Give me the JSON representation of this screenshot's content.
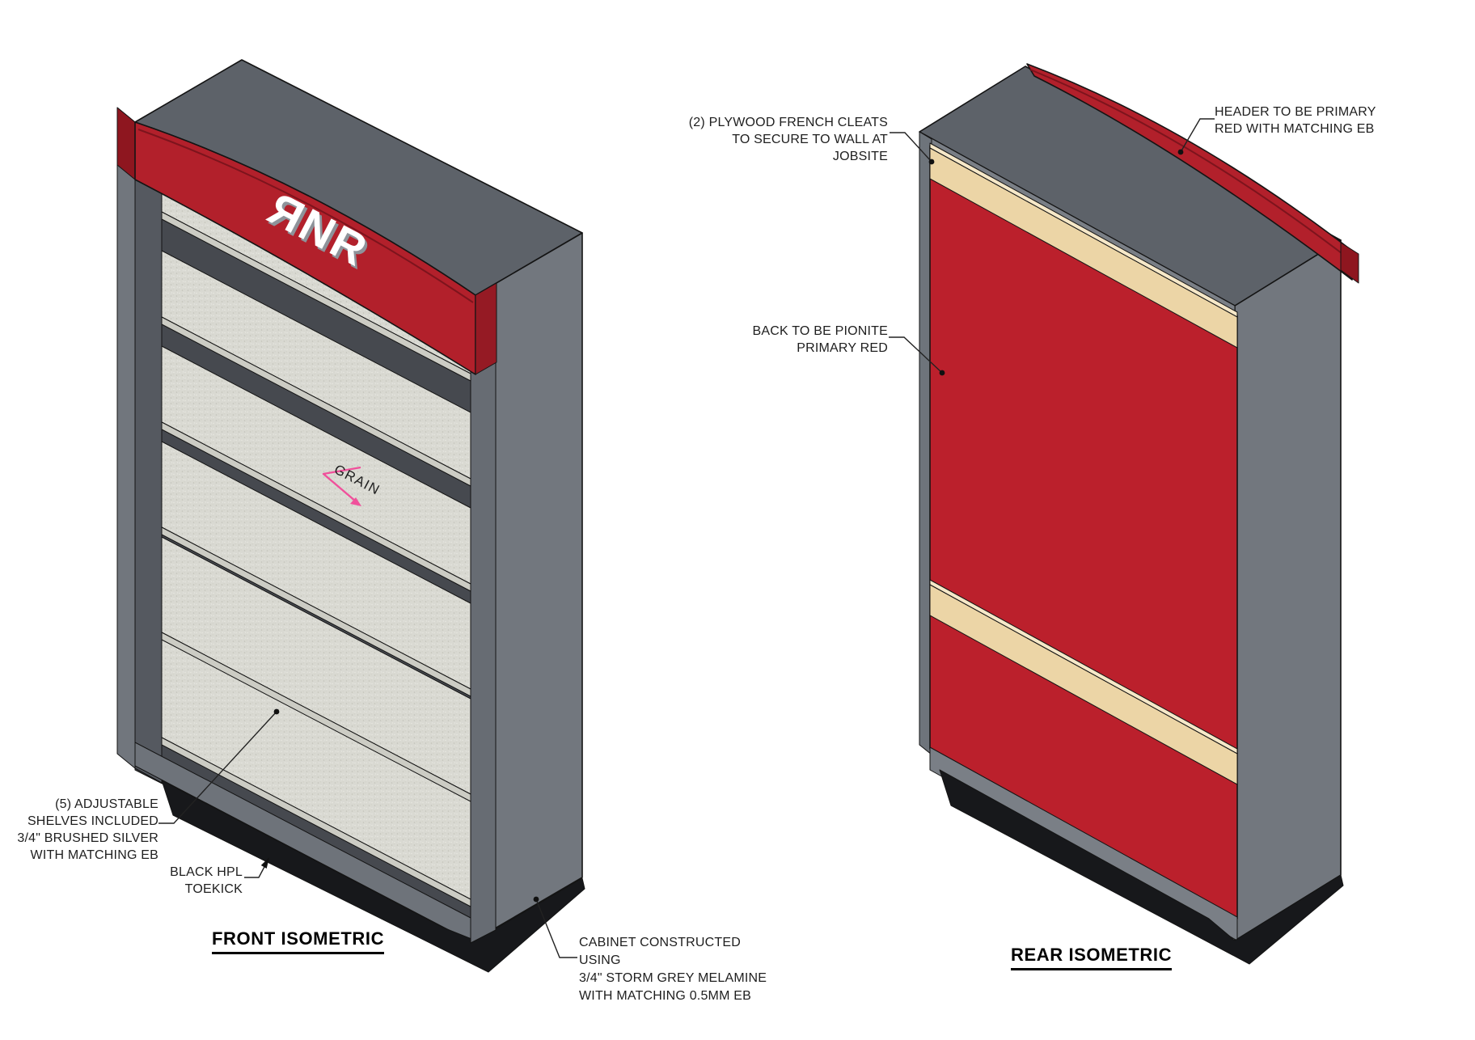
{
  "drawing": {
    "front_view": {
      "title": "FRONT ISOMETRIC",
      "logo": "ЯNR",
      "grain_label": "GRAIN",
      "notes": {
        "shelves": "(5) ADJUSTABLE\nSHELVES INCLUDED\n3/4\" BRUSHED SILVER\nWITH MATCHING EB",
        "toekick": "BLACK HPL\nTOEKICK",
        "construction": "CABINET CONSTRUCTED USING\n3/4\" STORM GREY MELAMINE\nWITH MATCHING 0.5MM EB"
      }
    },
    "rear_view": {
      "title": "REAR ISOMETRIC",
      "notes": {
        "cleats": "(2) PLYWOOD FRENCH CLEATS\nTO SECURE TO WALL AT JOBSITE",
        "back": "BACK TO BE PIONITE\nPRIMARY RED",
        "header": "HEADER TO BE PRIMARY\nRED WITH MATCHING EB"
      }
    },
    "colors": {
      "primary_red": "#b2202b",
      "pionite_back_red": "#bb202c",
      "dark_red_edge": "#8e161f",
      "storm_grey_top": "#5d6269",
      "storm_grey_side": "#72777e",
      "interior_grey": "#46494f",
      "brushed_silver_shelf": "#d9d9d2",
      "plywood_cleat": "#eed6a7",
      "toekick_black": "#17181b",
      "grain_arrow_pink": "#f0509b"
    }
  }
}
